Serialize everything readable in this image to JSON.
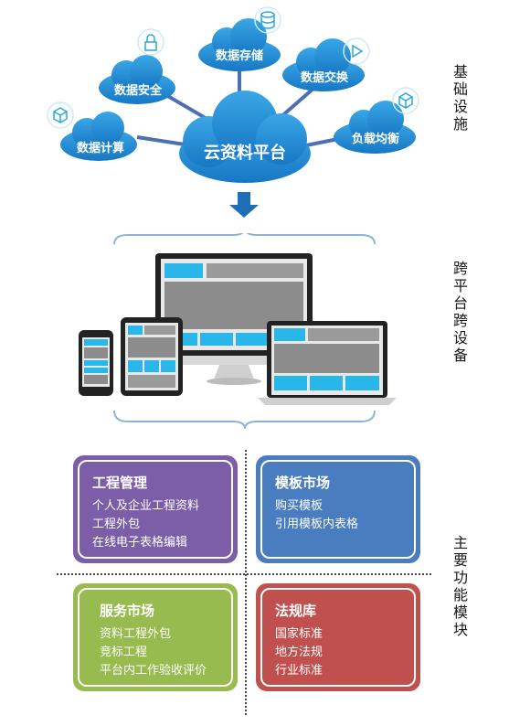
{
  "clouds": {
    "center": "云资料平台",
    "compute": "数据计算",
    "security": "数据安全",
    "storage": "数据存储",
    "exchange": "数据交换",
    "balance": "负载均衡"
  },
  "side_labels": {
    "infra": "基础设施",
    "cross": "跨平台跨设备",
    "modules": "主要功能模块"
  },
  "modules": [
    {
      "title": "工程管理",
      "items": [
        "个人及企业工程资料",
        "工程外包",
        "在线电子表格编辑"
      ],
      "color": "#7b5ea7"
    },
    {
      "title": "模板市场",
      "items": [
        "购买模板",
        "引用模板内表格"
      ],
      "color": "#4a7dc0"
    },
    {
      "title": "服务市场",
      "items": [
        "资料工程外包",
        "竞标工程",
        "平台内工作验收评价"
      ],
      "color": "#97bb4f"
    },
    {
      "title": "法规库",
      "items": [
        "国家标准",
        "地方法规",
        "行业标准"
      ],
      "color": "#c0504d"
    }
  ],
  "colors": {
    "cloud": "#1e88cf",
    "accent": "#29b6e8",
    "screen_gray": "#8c8c8c"
  }
}
